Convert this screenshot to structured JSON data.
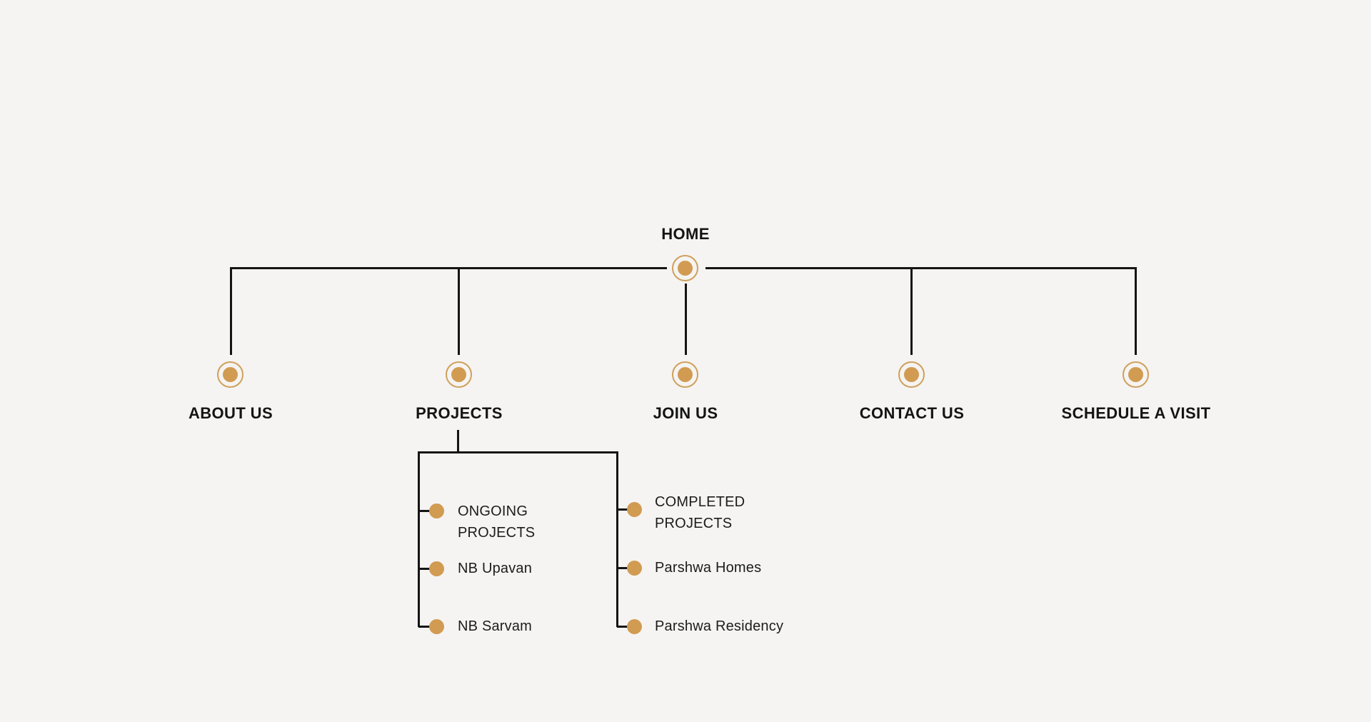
{
  "sitemap": {
    "root": {
      "label": "HOME"
    },
    "children": [
      {
        "label": "ABOUT US"
      },
      {
        "label": "PROJECTS"
      },
      {
        "label": "JOIN US"
      },
      {
        "label": "CONTACT US"
      },
      {
        "label": "SCHEDULE A VISIT"
      }
    ],
    "projects_sub": {
      "left": [
        "ONGOING PROJECTS",
        "NB Upavan",
        "NB Sarvam"
      ],
      "right": [
        "COMPLETED PROJECTS",
        "Parshwa Homes",
        "Parshwa Residency"
      ]
    }
  },
  "colors": {
    "background": "#f5f4f2",
    "line": "#141414",
    "accent_gold": "#d19b52",
    "accent_gold_ring": "#cfa05c",
    "text": "#141414"
  }
}
